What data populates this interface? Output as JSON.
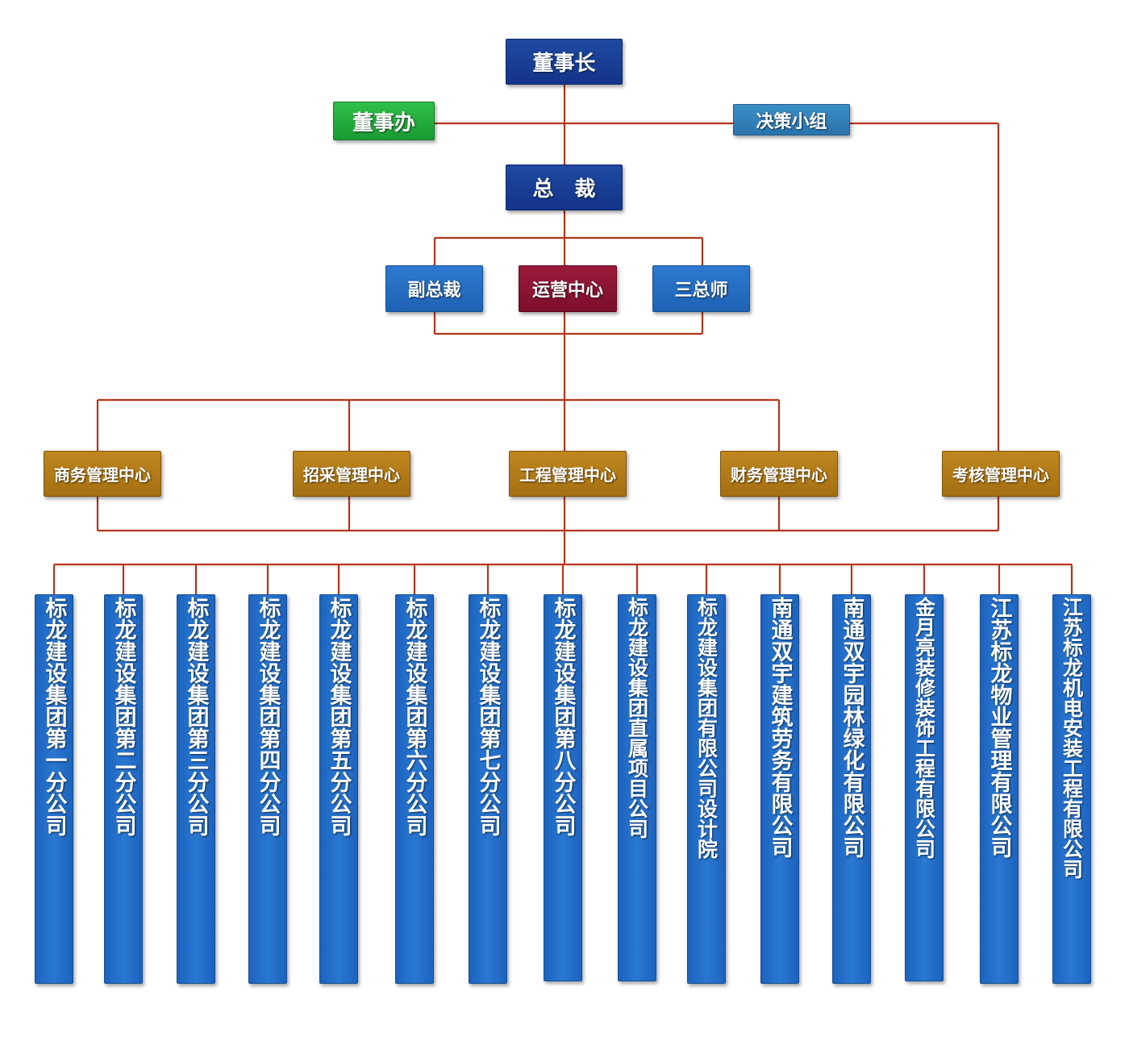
{
  "colors": {
    "line": "#b5341b",
    "navy": "#17398e",
    "green": "#22a83c",
    "steel": "#3180bb",
    "blue": "#2169c2",
    "crimson": "#8b1431",
    "gold": "#b27a18"
  },
  "top": {
    "chairman": "董事长",
    "board_office": "董事办",
    "decision_group": "决策小组",
    "president": "总　裁"
  },
  "tier2": {
    "vice_president": "副总裁",
    "operations_center": "运营中心",
    "three_chiefs": "三总师"
  },
  "centers": {
    "business": "商务管理中心",
    "procurement": "招采管理中心",
    "engineering": "工程管理中心",
    "finance": "财务管理中心",
    "assessment": "考核管理中心"
  },
  "companies": [
    "标龙建设集团第一分公司",
    "标龙建设集团第二分公司",
    "标龙建设集团第三分公司",
    "标龙建设集团第四分公司",
    "标龙建设集团第五分公司",
    "标龙建设集团第六分公司",
    "标龙建设集团第七分公司",
    "标龙建设集团第八分公司",
    "标龙建设集团直属项目公司",
    "标龙建设集团有限公司设计院",
    "南通双宇建筑劳务有限公司",
    "南通双宇园林绿化有限公司",
    "金月亮装修装饰工程有限公司",
    "江苏标龙物业管理有限公司",
    "江苏标龙机电安装工程有限公司"
  ]
}
